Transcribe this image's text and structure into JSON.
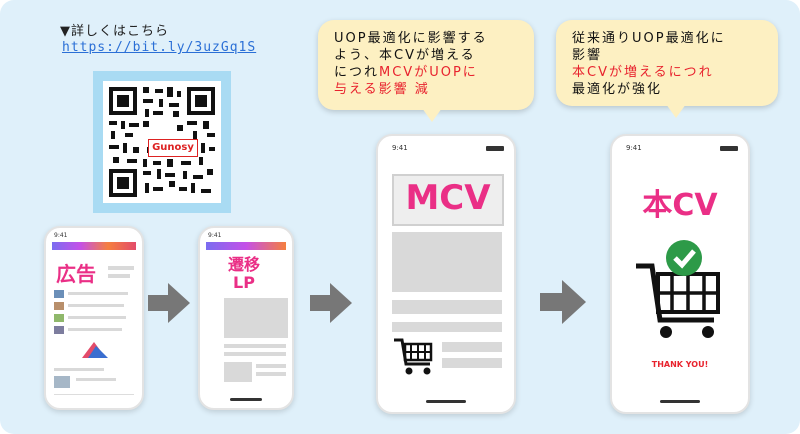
{
  "qr": {
    "note": "▼詳しくはこちら",
    "url": "https://bit.ly/3uzGq1S",
    "logo_text": "Gunosy"
  },
  "phones": {
    "ad": {
      "label": "広告",
      "time": "9:41"
    },
    "lp": {
      "label": "遷移LP",
      "time": "9:41"
    },
    "mcv": {
      "label": "MCV",
      "time": "9:41"
    },
    "cv": {
      "label": "本CV",
      "time": "9:41",
      "thank_you": "THANK YOU!"
    }
  },
  "bubbles": {
    "left": {
      "line1": "UOP最適化に影響する",
      "line2": "よう、本CVが増える",
      "line3_a": "につれ",
      "line3_b": "MCVがUOPに",
      "line4": "与える影響 減"
    },
    "right": {
      "line1": "従来通りUOP最適化に",
      "line2": "影響",
      "line3": "本CVが増えるにつれ",
      "line4": "最適化が強化"
    }
  },
  "colors": {
    "accent_pink": "#ea2f86",
    "emphasis_red": "#e8232e",
    "check_green": "#2d9a48",
    "arrow_grey": "#777777",
    "background": "#dff0fa",
    "bubble": "#fdf0c2"
  }
}
